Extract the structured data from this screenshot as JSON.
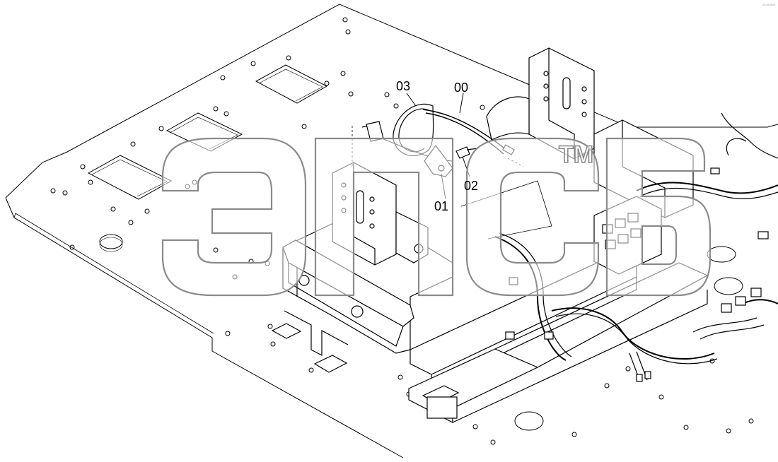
{
  "diagram": {
    "part_labels": {
      "p00": "00",
      "p01": "01",
      "p02": "02",
      "p03": "03"
    },
    "watermark": {
      "icon": "brand-logo-watermark",
      "text": "эпсб",
      "trademark": "TM"
    },
    "corner_note": "0c-00 d00",
    "colors": {
      "background": "#ffffff",
      "line": "#000000",
      "watermark_outline": "#8a8a8a"
    }
  }
}
